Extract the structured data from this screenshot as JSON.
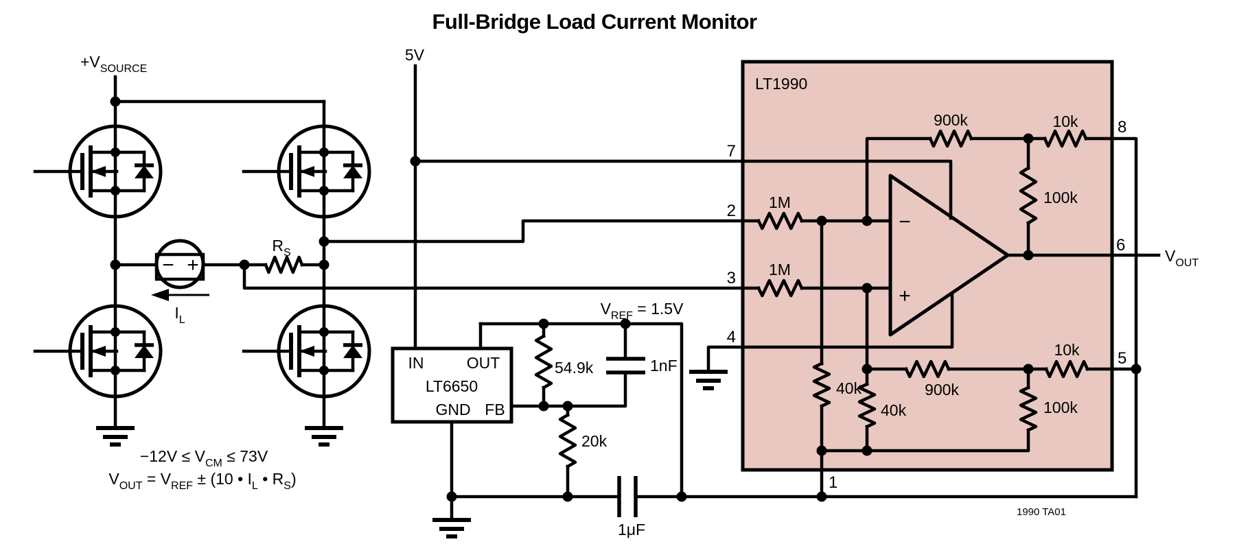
{
  "title": "Full-Bridge Load Current Monitor",
  "annotation": "1990 TA01",
  "colors": {
    "ic_fill": "#e8c8c0",
    "stroke": "#000000",
    "background": "#ffffff"
  },
  "bridge": {
    "supply_label_parts": [
      {
        "t": "+V"
      },
      {
        "t": "SOURCE",
        "sub": true
      }
    ],
    "sense_resistor_parts": [
      {
        "t": "R"
      },
      {
        "t": "S",
        "sub": true
      }
    ],
    "load_current_parts": [
      {
        "t": "I"
      },
      {
        "t": "L",
        "sub": true
      }
    ],
    "motor_minus": "−",
    "motor_plus": "+",
    "cm_range_parts": [
      {
        "t": "−12V ≤ V"
      },
      {
        "t": "CM",
        "sub": true
      },
      {
        "t": " ≤ 73V"
      }
    ],
    "vout_formula_parts": [
      {
        "t": "V"
      },
      {
        "t": "OUT",
        "sub": true
      },
      {
        "t": " = V"
      },
      {
        "t": "REF",
        "sub": true
      },
      {
        "t": " ± (10 • I"
      },
      {
        "t": "L",
        "sub": true
      },
      {
        "t": " • R"
      },
      {
        "t": "S",
        "sub": true
      },
      {
        "t": ")"
      }
    ]
  },
  "supply": {
    "label": "5V"
  },
  "lt6650": {
    "name": "LT6650",
    "pins": {
      "in": "IN",
      "out": "OUT",
      "gnd": "GND",
      "fb": "FB"
    },
    "vref_label_parts": [
      {
        "t": "V"
      },
      {
        "t": "REF",
        "sub": true
      },
      {
        "t": " = 1.5V"
      }
    ],
    "r_divider_top": "54.9k",
    "c_noise": "1nF",
    "r_divider_bottom": "20k",
    "c_output": "1μF"
  },
  "lt1990": {
    "name": "LT1990",
    "pins": {
      "p1": "1",
      "p2": "2",
      "p3": "3",
      "p4": "4",
      "p5": "5",
      "p6": "6",
      "p7": "7",
      "p8": "8"
    },
    "resistors": {
      "rin_top": "1M",
      "rin_bottom": "1M",
      "rfb_top": "900k",
      "rfb_bottom": "900k",
      "rg_top": "10k",
      "rg_bottom": "10k",
      "rdiv_top": "100k",
      "rdiv_bottom": "100k",
      "rref_left": "40k",
      "rref_right": "40k"
    },
    "opamp_minus": "−",
    "opamp_plus": "+",
    "output_label_parts": [
      {
        "t": "V"
      },
      {
        "t": "OUT",
        "sub": true
      }
    ]
  }
}
